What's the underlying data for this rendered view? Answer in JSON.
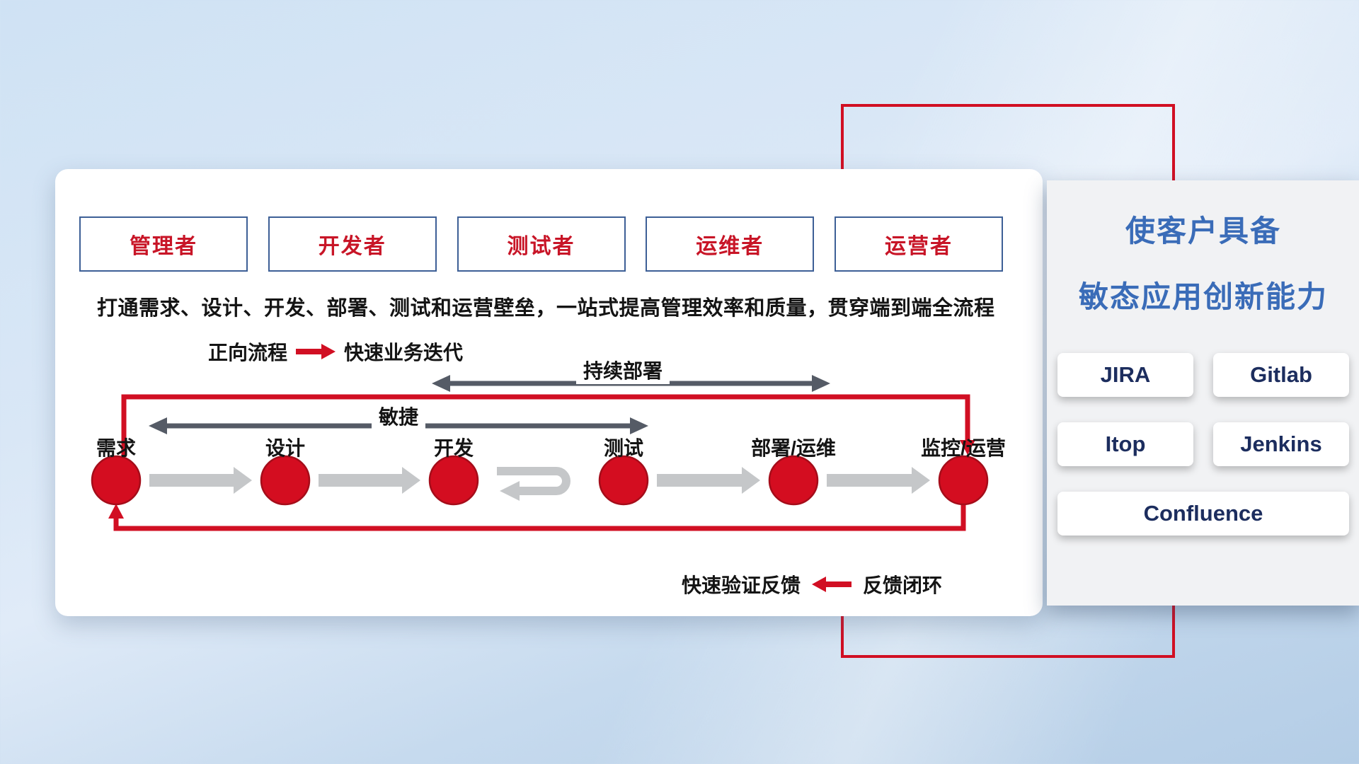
{
  "roles": [
    "管理者",
    "开发者",
    "测试者",
    "运维者",
    "运营者"
  ],
  "description": "打通需求、设计、开发、部署、测试和运营壁垒，一站式提高管理效率和质量，贯穿端到端全流程",
  "legend_forward": {
    "label": "正向流程",
    "value": "快速业务迭代"
  },
  "legend_feedback": {
    "label": "快速验证反馈",
    "value": "反馈闭环"
  },
  "flow": {
    "stages": [
      "需求",
      "设计",
      "开发",
      "测试",
      "部署/运维",
      "监控/运营"
    ],
    "agile_label": "敏捷",
    "continuous_deploy_label": "持续部署"
  },
  "side_panel": {
    "title_line1": "使客户具备",
    "title_line2": "敏态应用创新能力",
    "tools": [
      "JIRA",
      "Gitlab",
      "Itop",
      "Jenkins",
      "Confluence"
    ]
  },
  "colors": {
    "accent_red": "#d10f23",
    "node_red": "#d40d20",
    "title_blue": "#3a6cb8",
    "tool_text_navy": "#1c2d5e",
    "role_text_red": "#c81527",
    "role_border_blue": "#3d5f96",
    "arrow_gray": "#c5c7c9",
    "span_arrow_dark": "#555b66"
  }
}
